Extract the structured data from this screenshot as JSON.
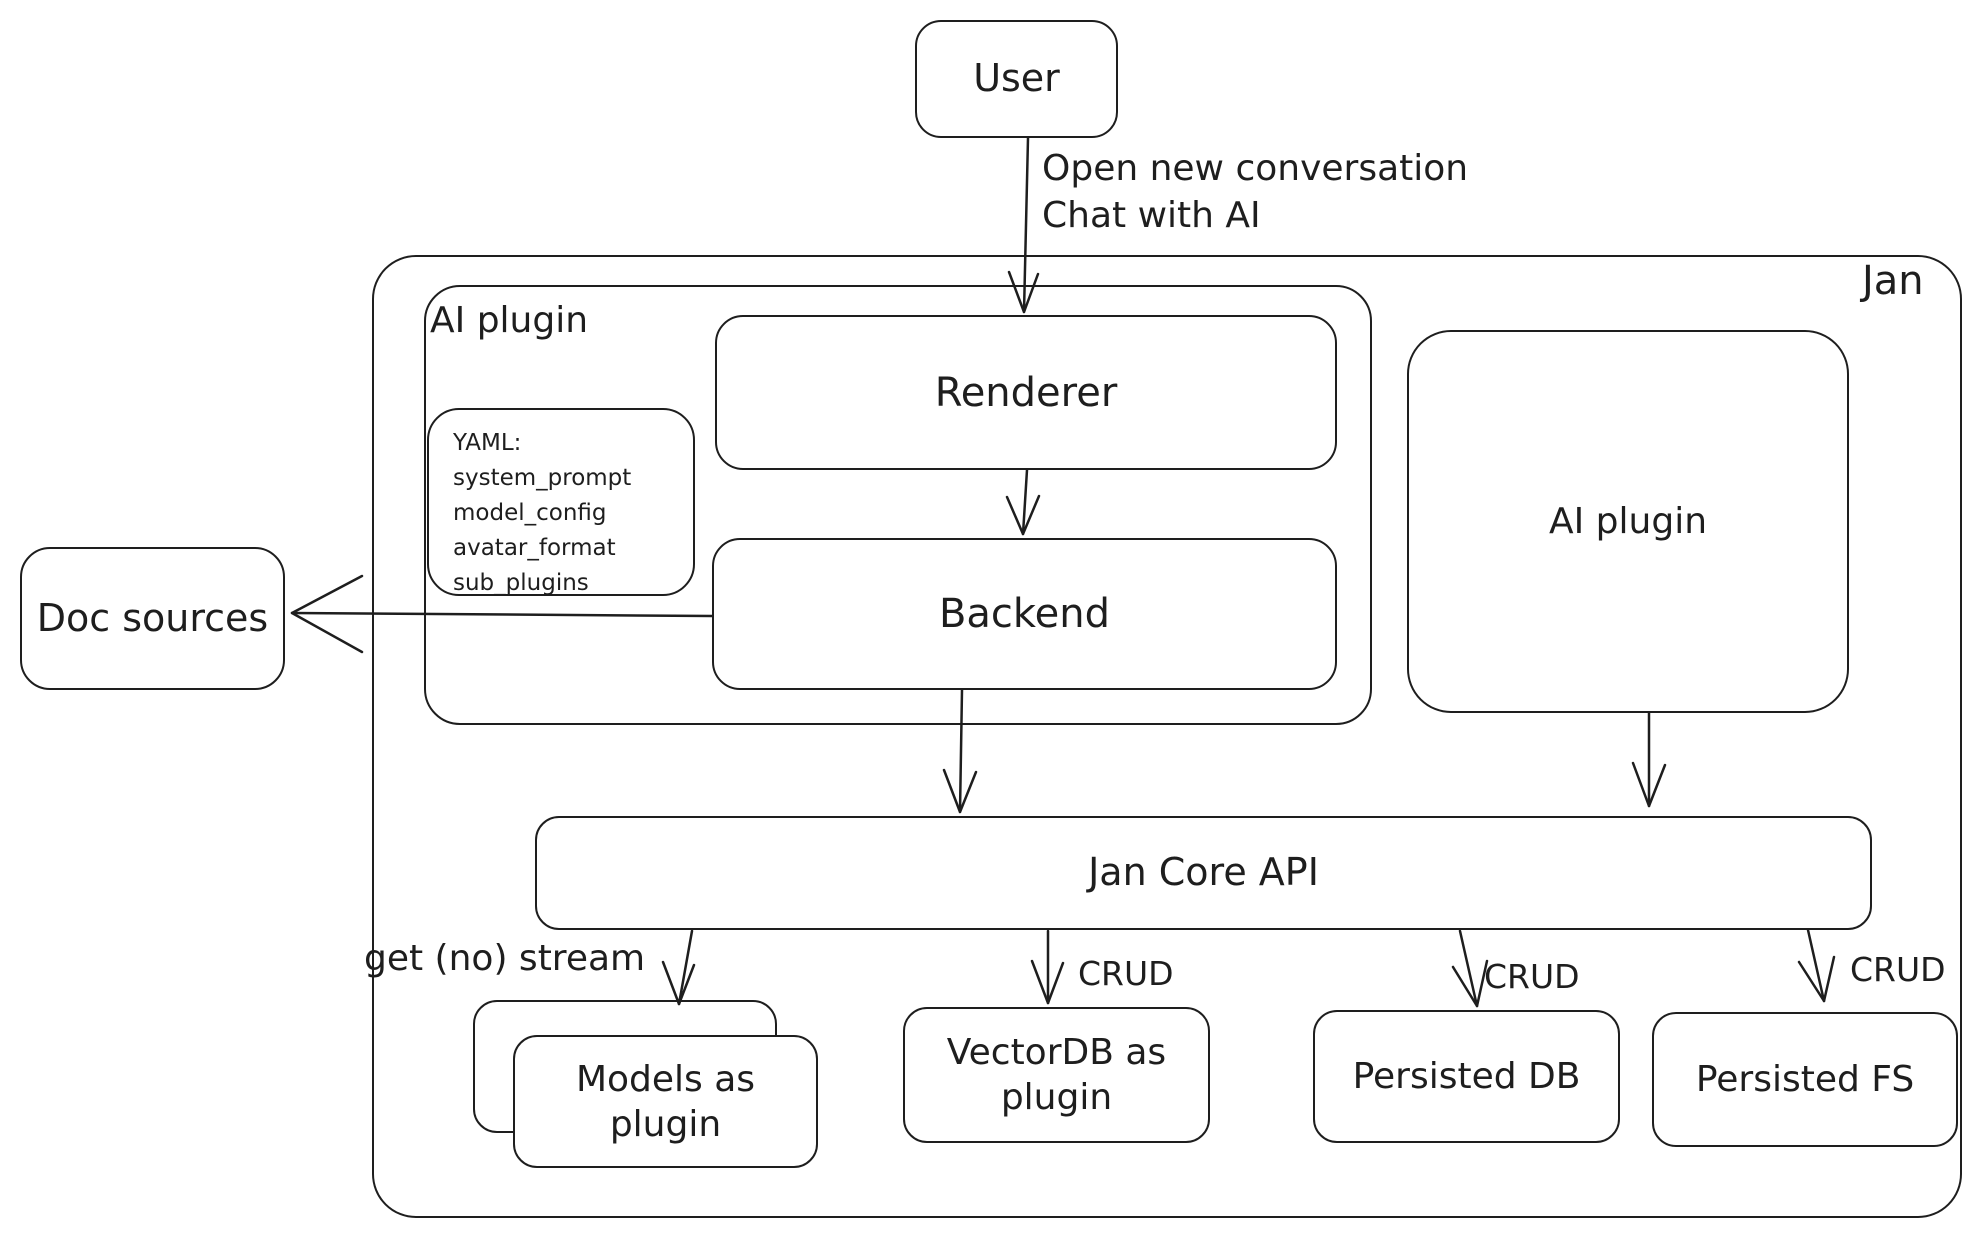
{
  "canvas": {
    "background": "#ffffff",
    "stroke_color": "#1e1e1e"
  },
  "nodes": {
    "user": {
      "label": "User"
    },
    "jan_container": {
      "label": "Jan"
    },
    "ai_plugin_group": {
      "label": "AI plugin"
    },
    "renderer": {
      "label": "Renderer"
    },
    "yaml_note": {
      "lines": [
        "YAML:",
        "system_prompt",
        "model_config",
        "avatar_format",
        "sub_plugins"
      ]
    },
    "backend": {
      "label": "Backend"
    },
    "ai_plugin_box": {
      "label": "AI plugin"
    },
    "doc_sources": {
      "label": "Doc sources"
    },
    "jan_core_api": {
      "label": "Jan Core API"
    },
    "models_plugin": {
      "label": "Models as plugin"
    },
    "vectordb_plugin": {
      "label": "VectorDB as plugin"
    },
    "persisted_db": {
      "label": "Persisted DB"
    },
    "persisted_fs": {
      "label": "Persisted FS"
    }
  },
  "edges": {
    "user_to_renderer": {
      "label_lines": [
        "Open new conversation",
        "Chat with AI"
      ]
    },
    "jan_core_to_models": {
      "label": "get (no) stream"
    },
    "jan_core_to_vectordb": {
      "label": "CRUD"
    },
    "jan_core_to_persisted_db": {
      "label": "CRUD"
    },
    "jan_core_to_persisted_fs": {
      "label": "CRUD"
    }
  }
}
